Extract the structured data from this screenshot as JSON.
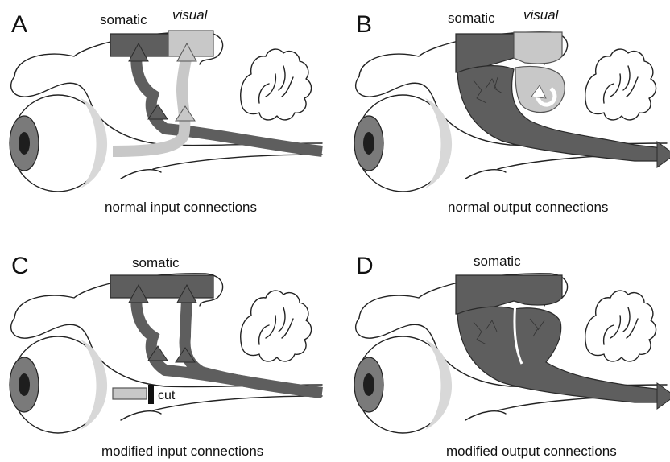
{
  "panels": [
    {
      "letter": "A",
      "labels": {
        "somatic": "somatic",
        "visual": "visual"
      },
      "caption": "normal input connections"
    },
    {
      "letter": "B",
      "labels": {
        "somatic": "somatic",
        "visual": "visual"
      },
      "caption": "normal output connections"
    },
    {
      "letter": "C",
      "labels": {
        "somatic": "somatic",
        "cut": "cut"
      },
      "caption": "modified input connections"
    },
    {
      "letter": "D",
      "labels": {
        "somatic": "somatic"
      },
      "caption": "modified output connections"
    }
  ],
  "colors": {
    "somatic": "#5e5e5e",
    "visual": "#c8c8c8",
    "outline": "#222222"
  }
}
